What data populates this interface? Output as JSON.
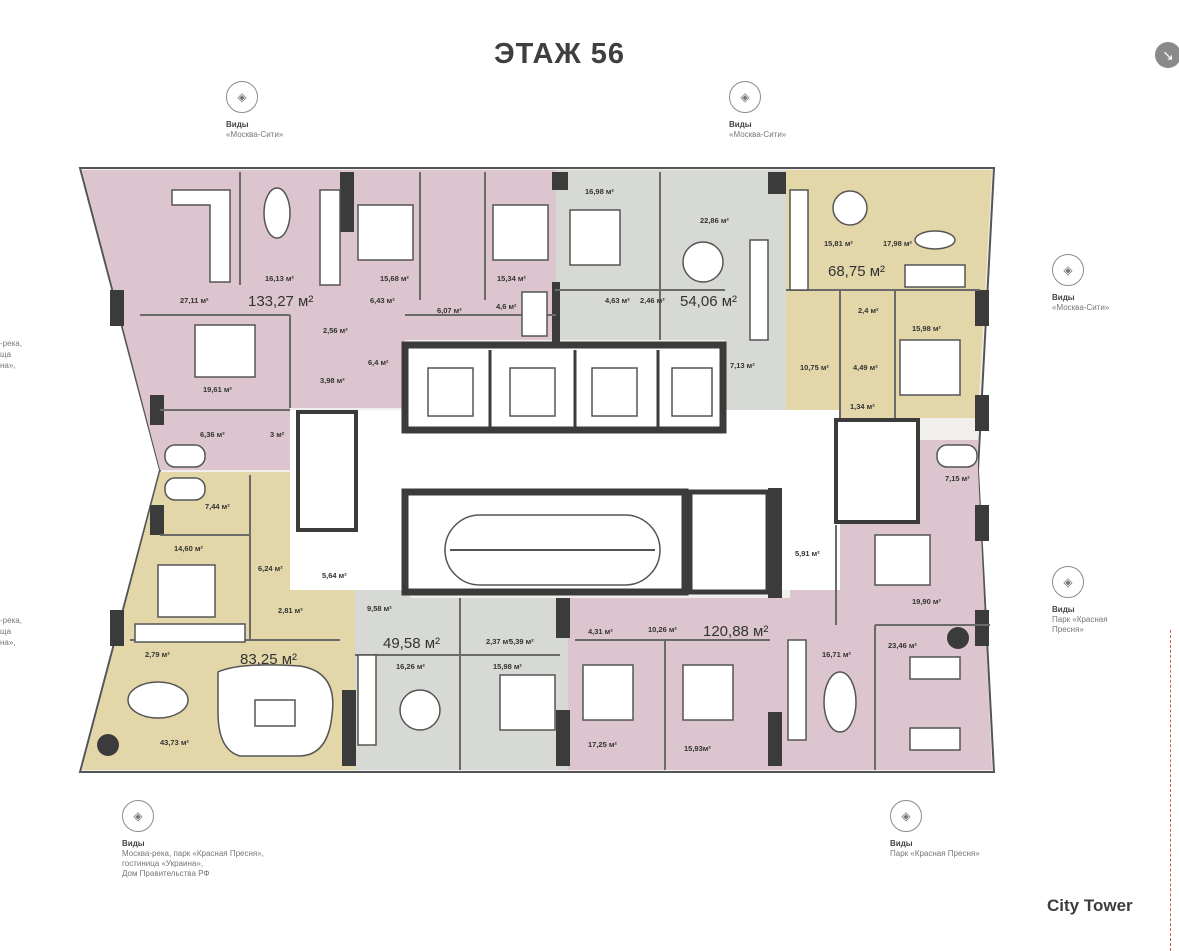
{
  "header": {
    "title": "ЭТАЖ 56",
    "corner_icon": "arrow-down-right-icon"
  },
  "views": [
    {
      "title": "Виды",
      "desc": "«Москва-Сити»",
      "icon": "eye-view-icon"
    },
    {
      "title": "Виды",
      "desc": "«Москва-Сити»",
      "icon": "eye-view-icon"
    },
    {
      "title": "Виды",
      "desc": "«Москва-Сити»",
      "icon": "eye-view-icon"
    },
    {
      "title": "Виды",
      "desc": "Парк «Красная\nПресня»",
      "icon": "eye-view-icon"
    },
    {
      "title": "Виды",
      "desc": "Москва-река, парк «Красная Пресня»,\nгостиница «Украина»,\nДом Правительства РФ",
      "icon": "eye-view-icon"
    },
    {
      "title": "Виды",
      "desc": "Парк «Красная Пресня»",
      "icon": "eye-view-icon"
    }
  ],
  "left_clipped": [
    "-река,",
    "ща",
    "на»,",
    "-река,",
    "ща",
    "на»,"
  ],
  "colors": {
    "pink": "#dcc5ce",
    "yellow": "#e3d7a9",
    "gray": "#d6d9d4",
    "wall": "#3b3b3b",
    "core": "#ffffff",
    "outline": "#555555"
  },
  "apartments": [
    {
      "total": "133,27 м²"
    },
    {
      "total": "54,06 м²"
    },
    {
      "total": "68,75 м²"
    },
    {
      "total": "83,25 м²"
    },
    {
      "total": "49,58 м²"
    },
    {
      "total": "120,88 м²"
    }
  ],
  "room_labels": [
    "16,13 м²",
    "15,68 м²",
    "15,34 м²",
    "27,11 м²",
    "6,43 м²",
    "6,07 м²",
    "4,6 м²",
    "2,56 м²",
    "6,4 м²",
    "3,98 м²",
    "19,61 м²",
    "6,36 м²",
    "3 м²",
    "16,98 м²",
    "22,86 м²",
    "4,63 м²",
    "2,46 м²",
    "7,13 м²",
    "15,81 м²",
    "17,98 м²",
    "2,4 м²",
    "15,98 м²",
    "10,75 м²",
    "4,49 м²",
    "1,34 м²",
    "7,15 м²",
    "5,91 м²",
    "19,90 м²",
    "10,26 м²",
    "4,31 м²",
    "16,71 м²",
    "23,46 м²",
    "17,25 м²",
    "15,93м²",
    "9,58 м²",
    "2,37 м²",
    "5,39 м²",
    "16,26 м²",
    "15,98 м²",
    "7,44 м²",
    "14,60 м²",
    "6,24 м²",
    "5,64 м²",
    "2,81 м²",
    "2,79 м²",
    "43,73 м²"
  ],
  "brand": "City Tower"
}
